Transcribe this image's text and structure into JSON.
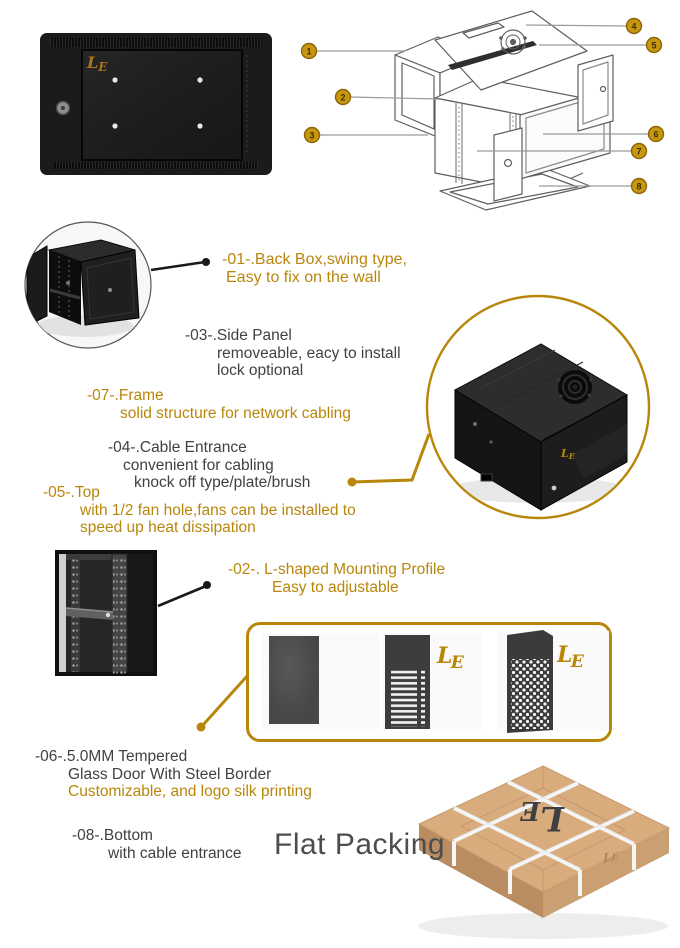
{
  "colors": {
    "accent_gold": "#b8860b",
    "callout_fill": "#c8960f",
    "text_dark": "#414141",
    "cabinet_black": "#1b1b1b",
    "cardboard_tan": "#d9ac7e"
  },
  "brand": {
    "logo_l": "L",
    "logo_e": "E"
  },
  "exploded_diagram": {
    "callouts": [
      "1",
      "2",
      "3",
      "4",
      "5",
      "6",
      "7",
      "8"
    ]
  },
  "annotations": {
    "s01": {
      "title": "-01-.Back Box,swing type,",
      "line2": "Easy to fix on the wall"
    },
    "s03": {
      "title": "-03-.Side Panel",
      "line2": "removeable, eacy to install",
      "line3": "lock optional"
    },
    "s07": {
      "title": "-07-.Frame",
      "line2": "solid structure for network cabling"
    },
    "s04": {
      "title": "-04-.Cable Entrance",
      "line2": "convenient for cabling",
      "line3": "knock off type/plate/brush"
    },
    "s05": {
      "title": "-05-.Top",
      "line2": "with 1/2 fan hole,fans can be installed to",
      "line3": "speed up heat dissipation"
    },
    "s02": {
      "title": "-02-. L-shaped Mounting Profile",
      "line2": "Easy to adjustable"
    },
    "s06": {
      "title": "-06-.5.0MM Tempered",
      "line2": "Glass Door With Steel Border",
      "line3": "Customizable, and logo silk printing"
    },
    "s08": {
      "title": "-08-.Bottom",
      "line2": "with cable entrance"
    }
  },
  "packing": {
    "heading": "Flat Packing"
  }
}
